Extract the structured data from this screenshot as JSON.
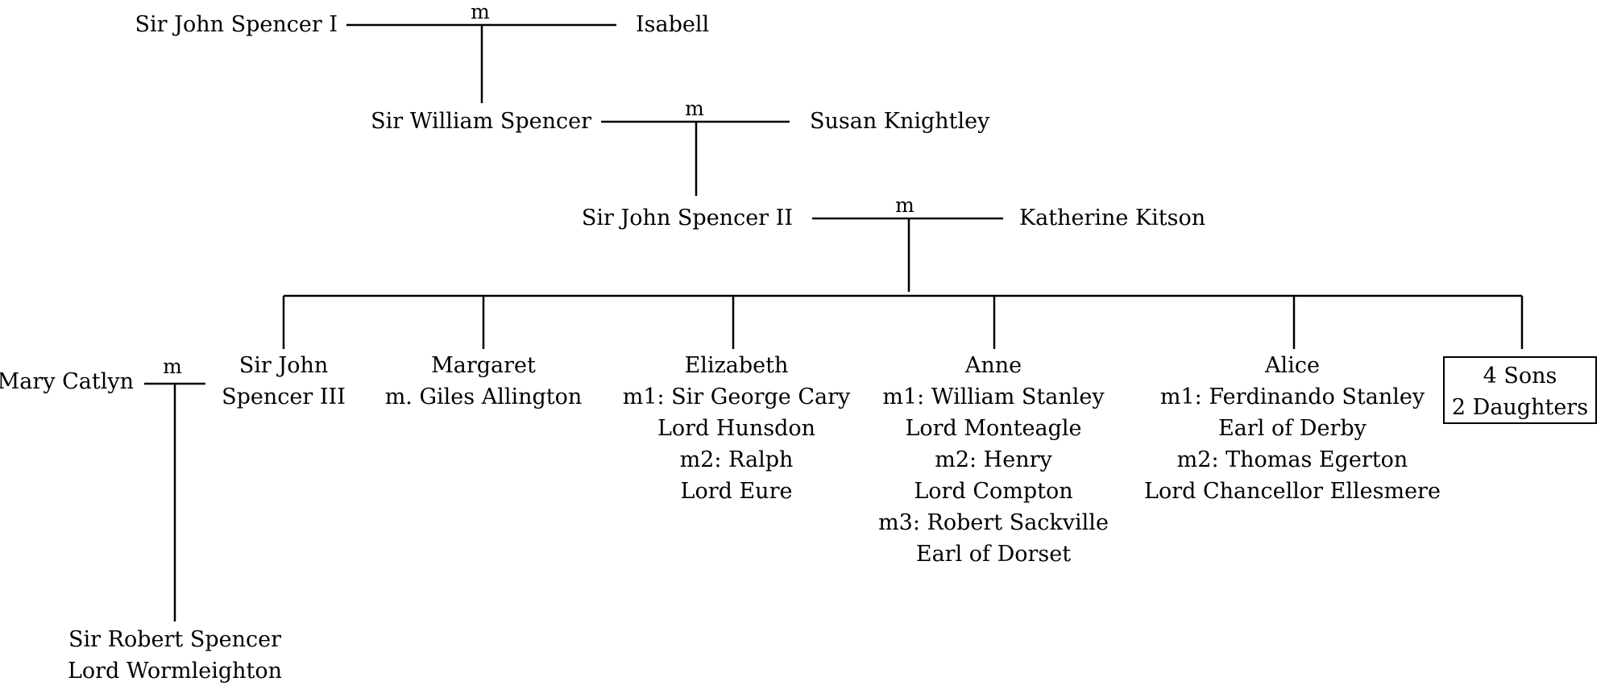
{
  "generations": {
    "gen1": {
      "husband": "Sir John Spencer I",
      "wife": "Isabell",
      "marriage_label": "m"
    },
    "gen2": {
      "husband": "Sir William Spencer",
      "wife": "Susan Knightley",
      "marriage_label": "m"
    },
    "gen3": {
      "husband": "Sir John Spencer II",
      "wife": "Katherine Kitson",
      "marriage_label": "m"
    }
  },
  "children": {
    "john_iii": {
      "lines": [
        "Sir John",
        "Spencer III"
      ]
    },
    "margaret": {
      "lines": [
        "Margaret",
        "m. Giles Allington"
      ]
    },
    "elizabeth": {
      "lines": [
        "Elizabeth",
        "m1: Sir George Cary",
        "Lord Hunsdon",
        "m2: Ralph",
        "Lord Eure"
      ]
    },
    "anne": {
      "lines": [
        "Anne",
        "m1: William Stanley",
        "Lord Monteagle",
        "m2: Henry",
        "Lord Compton",
        "m3: Robert Sackville",
        "Earl of Dorset"
      ]
    },
    "alice": {
      "lines": [
        "Alice",
        "m1: Ferdinando Stanley",
        "Earl of Derby",
        "m2: Thomas Egerton",
        "Lord Chancellor Ellesmere"
      ]
    },
    "others": {
      "lines": [
        "4 Sons",
        "2 Daughters"
      ]
    }
  },
  "john_iii_marriage": {
    "spouse": "Mary Catlyn",
    "marriage_label": "m",
    "child_lines": [
      "Sir Robert Spencer",
      "Lord Wormleighton"
    ]
  }
}
